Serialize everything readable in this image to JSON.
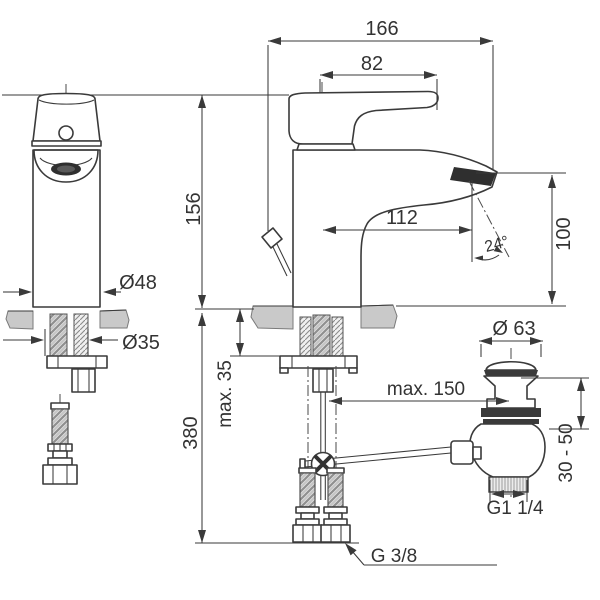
{
  "drawing": {
    "background": "#ffffff",
    "line_color": "#3a3a3a",
    "counter_color": "#c9c9c9",
    "labels": {
      "overall_depth": "166",
      "handle_length": "82",
      "height_to_deck": "156",
      "spout_reach": "112",
      "spout_angle": "24°",
      "outlet_height": "100",
      "body_diameter": "Ø48",
      "hole_diameter": "Ø35",
      "max_deck_thickness": "max. 35",
      "hose_length": "380",
      "waste_cap_diameter": "Ø 63",
      "max_rod_reach": "max. 150",
      "waste_clamp_range": "30 - 50",
      "waste_thread": "G1 1/4",
      "hose_thread": "G 3/8"
    }
  }
}
